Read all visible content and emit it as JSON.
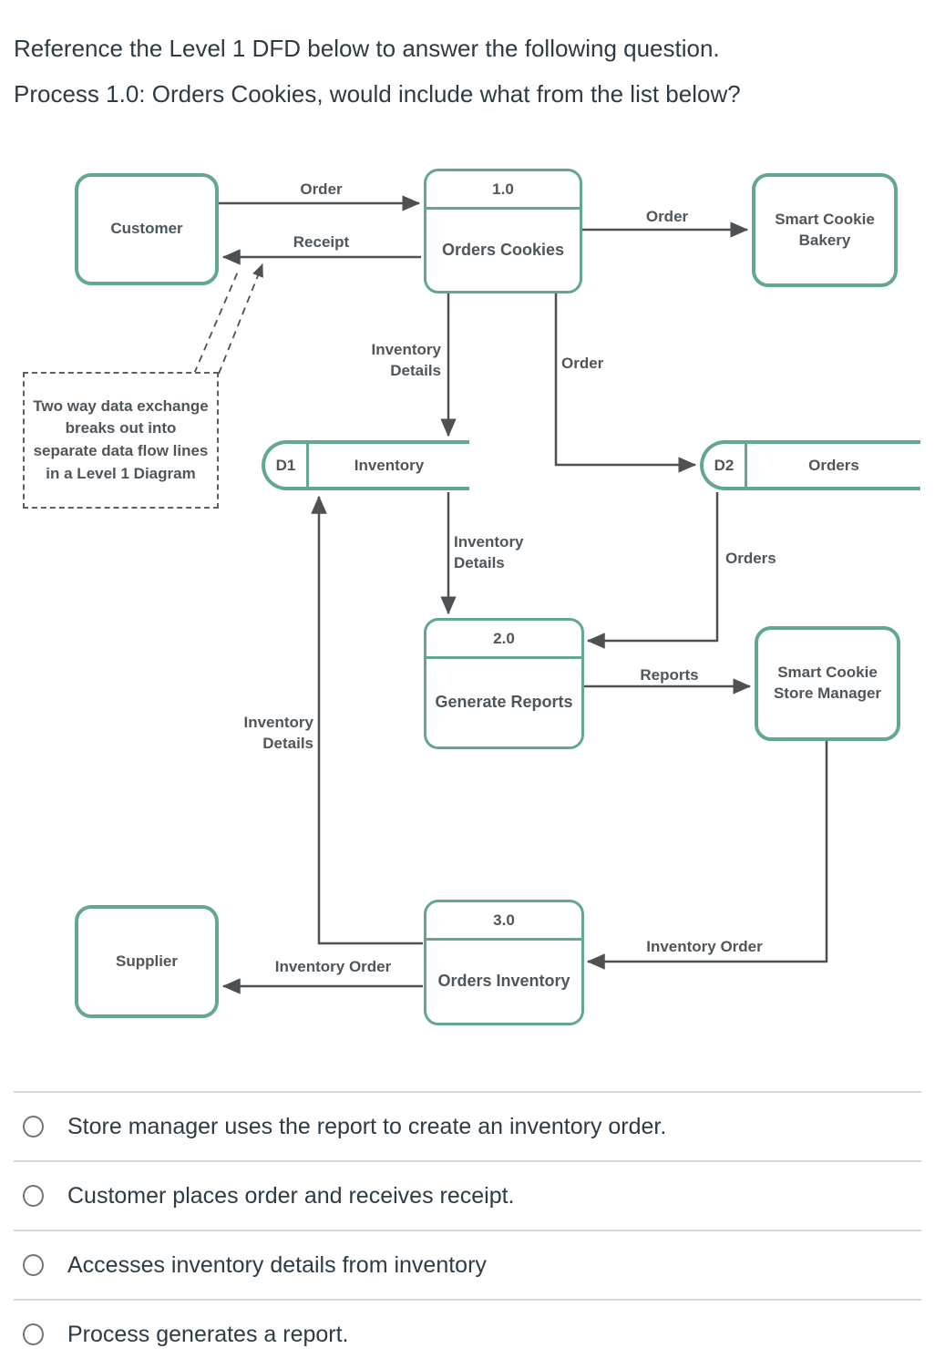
{
  "theme": {
    "accent": "#62a791",
    "arrow": "#4d5154",
    "diagram_text": "#4e565c",
    "heading_text": "#2d3b45",
    "divider": "#d8d8d8"
  },
  "header": {
    "line1": "Reference the Level 1 DFD below to answer the following question.",
    "line2": "Process 1.0: Orders Cookies, would include what from the list below?"
  },
  "diagram": {
    "external_entities": {
      "customer": "Customer",
      "bakery": "Smart Cookie Bakery",
      "store_manager": "Smart Cookie Store Manager",
      "supplier": "Supplier"
    },
    "processes": {
      "p1": {
        "id": "1.0",
        "name": "Orders Cookies"
      },
      "p2": {
        "id": "2.0",
        "name": "Generate Reports"
      },
      "p3": {
        "id": "3.0",
        "name": "Orders Inventory"
      }
    },
    "data_stores": {
      "d1": {
        "id": "D1",
        "name": "Inventory"
      },
      "d2": {
        "id": "D2",
        "name": "Orders"
      }
    },
    "note": "Two way data exchange breaks out into separate data flow lines in a Level 1 Diagram",
    "flows": {
      "order_customer_p1": "Order",
      "receipt_p1_customer": "Receipt",
      "order_p1_bakery": "Order",
      "inventory_details_p1_d1": "Inventory Details",
      "order_p1_d2": "Order",
      "inventory_details_d1_p2": "Inventory Details",
      "orders_d2_p2": "Orders",
      "reports_p2_manager": "Reports",
      "inventory_order_manager_p3": "Inventory Order",
      "inventory_details_p3_d1": "Inventory Details",
      "inventory_order_p3_supplier": "Inventory Order"
    }
  },
  "options": [
    {
      "label": "Store manager uses the report to create an inventory order."
    },
    {
      "label": "Customer places order and receives receipt."
    },
    {
      "label": "Accesses inventory details from inventory"
    },
    {
      "label": "Process generates a report."
    }
  ]
}
